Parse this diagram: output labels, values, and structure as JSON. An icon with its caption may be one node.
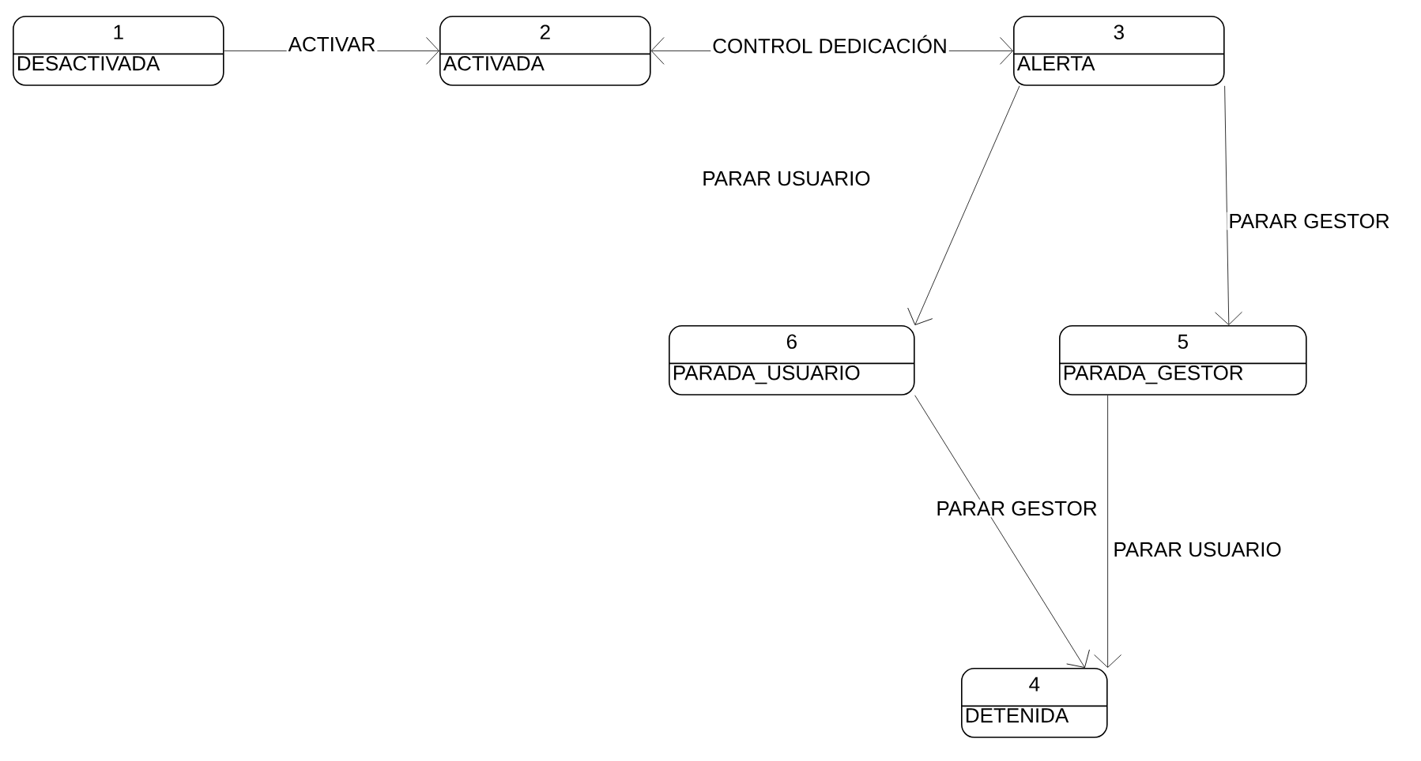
{
  "diagram": {
    "nodes": [
      {
        "text": [
          "1",
          "DESACTIVADA"
        ]
      },
      {
        "text": [
          "2",
          "ACTIVADA"
        ]
      },
      {
        "text": [
          "3",
          "ALERTA"
        ]
      },
      {
        "text": [
          "6",
          "PARADA_USUARIO"
        ]
      },
      {
        "text": [
          "5",
          "PARADA_GESTOR"
        ]
      },
      {
        "text": [
          "4",
          "DETENIDA"
        ]
      }
    ],
    "edges": [
      {
        "from": 0,
        "to": 1,
        "arrow": "to",
        "label": "ACTIVAR"
      },
      {
        "from": 1,
        "to": 2,
        "arrow": "both",
        "label": "CONTROL DEDICACIÓN"
      },
      {
        "from": 2,
        "to": 3,
        "arrow": "to",
        "label": "PARAR USUARIO"
      },
      {
        "from": 2,
        "to": 4,
        "arrow": "to",
        "label": "PARAR GESTOR"
      },
      {
        "from": 3,
        "to": 5,
        "arrow": "to",
        "label": "PARAR GESTOR"
      },
      {
        "from": 4,
        "to": 5,
        "arrow": "to",
        "label": "PARAR USUARIO"
      }
    ]
  }
}
